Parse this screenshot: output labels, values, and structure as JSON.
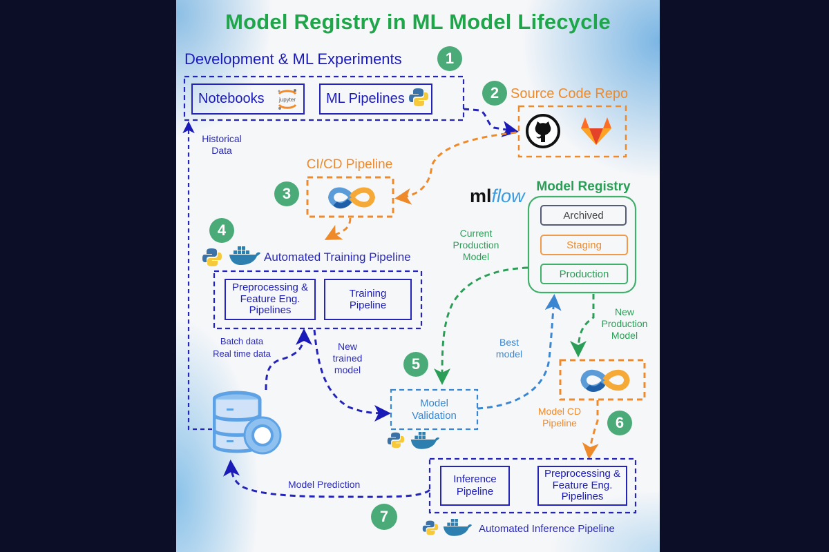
{
  "title": "Model Registry in ML Model Lifecycle",
  "colors": {
    "title_green": "#1fa64a",
    "dark_blue": "#1a1ab8",
    "orange": "#ef8a2a",
    "green": "#2a9e57",
    "light_blue": "#3a86d0",
    "badge_green": "#4aaa78",
    "backdrop": "#0b0e26"
  },
  "steps": [
    {
      "number": "1",
      "label": "Development & ML Experiments"
    },
    {
      "number": "2",
      "label": "Source Code Repo"
    },
    {
      "number": "3",
      "label": "CI/CD Pipeline"
    },
    {
      "number": "4",
      "label": "Automated Training Pipeline"
    },
    {
      "number": "5",
      "label": "Model Validation"
    },
    {
      "number": "6",
      "label": "Model CD Pipeline"
    },
    {
      "number": "7",
      "label": "Automated Inference Pipeline"
    }
  ],
  "development": {
    "notebooks": "Notebooks",
    "jupyter_text": "jupyter",
    "ml_pipelines": "ML Pipelines"
  },
  "source_repo": {
    "icons": [
      "github-icon",
      "gitlab-icon"
    ]
  },
  "training": {
    "preprocessing": "Preprocessing & Feature Eng. Pipelines",
    "training_pipeline": "Training Pipeline"
  },
  "registry": {
    "logo": {
      "ml": "ml",
      "flow": "flow"
    },
    "title": "Model Registry",
    "stages": [
      "Archived",
      "Staging",
      "Production"
    ]
  },
  "validation": {
    "label": "Model Validation"
  },
  "model_cd": {
    "label": "Model CD Pipeline"
  },
  "inference": {
    "inference_pipeline": "Inference Pipeline",
    "preprocessing": "Preprocessing & Feature Eng. Pipelines",
    "label": "Automated Inference Pipeline"
  },
  "edge_labels": {
    "historical_data": "Historical Data",
    "batch_data": "Batch data",
    "real_time_data": "Real time data",
    "new_trained_model": "New trained model",
    "current_production_model": "Current Production Model",
    "best_model": "Best model",
    "new_production_model": "New Production Model",
    "model_prediction": "Model Prediction"
  }
}
